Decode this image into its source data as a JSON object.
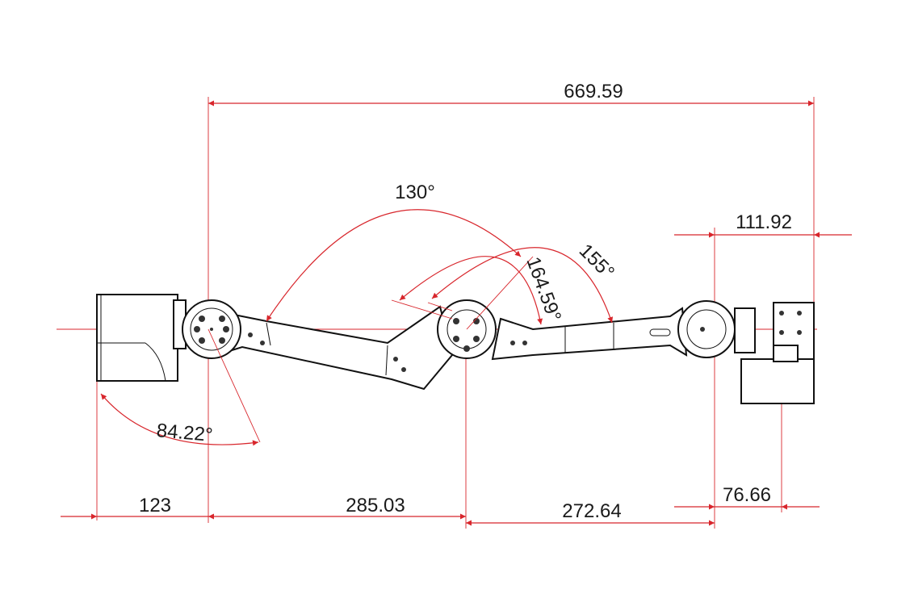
{
  "drawing": {
    "dimensions": {
      "overall_length": "669.59",
      "end_offset_top": "111.92",
      "base_offset": "123",
      "upper_arm": "285.03",
      "forearm": "272.64",
      "wrist_offset": "76.66"
    },
    "angles": {
      "shoulder_range": "130°",
      "elbow_range_a": "164.59°",
      "elbow_range_b": "155°",
      "base_angle": "84.22°"
    },
    "colors": {
      "dimension_line": "#d8262c",
      "outline": "#111111"
    }
  }
}
